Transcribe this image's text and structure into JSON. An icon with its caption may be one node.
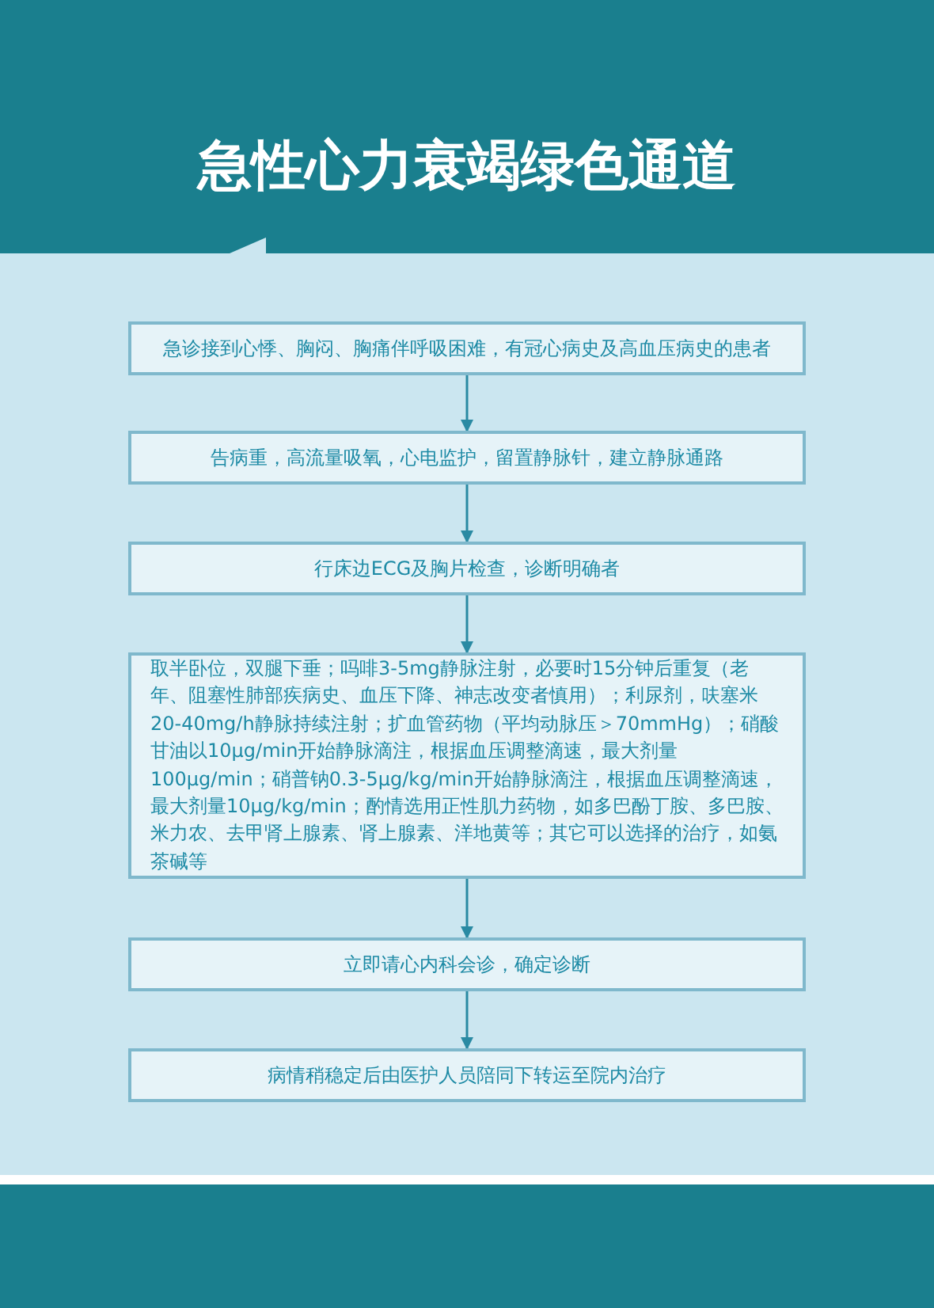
{
  "diagram": {
    "title": "急性心力衰竭绿色通道",
    "nodes": [
      {
        "text": [
          "急诊接到心悸、胸闷、胸痛伴呼吸困难，有冠心病史及高血压病史的患者"
        ]
      },
      {
        "text": [
          "告病重，高流量吸氧，心电监护，留置静脉针，建立静脉通路"
        ]
      },
      {
        "text": [
          "行床边ECG及胸片检查，诊断明确者"
        ]
      },
      {
        "text": [
          "取半卧位，双腿下垂；吗啡3-5mg静脉注射，必要时15分钟后重复（老年、阻塞性肺部疾病史、血压下降、神志改变者慎用）；利尿剂，呋塞米20-40mg/h静脉持续注射；扩血管药物（平均动脉压＞70mmHg）；硝酸甘油以10μg/min开始静脉滴注，根据血压调整滴速，最大剂量100μg/min；硝普钠0.3-5μg/kg/min开始静脉滴注，根据血压调整滴速，最大剂量10μg/kg/min；酌情选用正性肌力药物，如多巴酚丁胺、多巴胺、米力农、去甲肾上腺素、肾上腺素、洋地黄等；其它可以选择的治疗，如氨茶碱等"
        ]
      },
      {
        "text": [
          "立即请心内科会诊，确定诊断"
        ]
      },
      {
        "text": [
          "病情稍稳定后由医护人员陪同下转运至院内治疗"
        ]
      }
    ],
    "edges": [
      {
        "from": 0,
        "to": 1,
        "arrow": "to"
      },
      {
        "from": 1,
        "to": 2,
        "arrow": "to"
      },
      {
        "from": 2,
        "to": 3,
        "arrow": "to"
      },
      {
        "from": 3,
        "to": 4,
        "arrow": "to"
      },
      {
        "from": 4,
        "to": 5,
        "arrow": "to"
      }
    ]
  }
}
